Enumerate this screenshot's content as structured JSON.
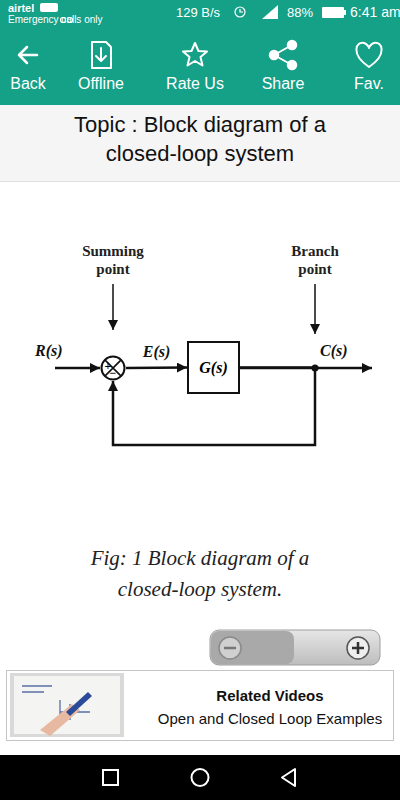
{
  "diagram": {
    "title": "Topic : Block diagram of a closed-loop system",
    "caption": "Fig: 1 Block diagram of a closed-loop system.",
    "nodes": [
      {
        "text": [
          "+",
          "−"
        ]
      },
      {
        "text": [
          "G(s)"
        ]
      },
      {
        "text": [
          "Related Videos",
          "Open and Closed Loop Examples"
        ]
      }
    ],
    "edges": [
      {
        "from": 0,
        "to": 1,
        "arrow": "to",
        "label": "E(s)"
      },
      {
        "from": 1,
        "to": 0,
        "arrow": "to"
      }
    ],
    "labels": [
      "airtel",
      "Emergency calls only",
      "129 B/s",
      "88%",
      "6:41 am",
      "Back",
      "Offline",
      "Rate Us",
      "Share",
      "Fav.",
      "Summing point",
      "Branch point",
      "R(s)",
      "C(s)"
    ]
  }
}
